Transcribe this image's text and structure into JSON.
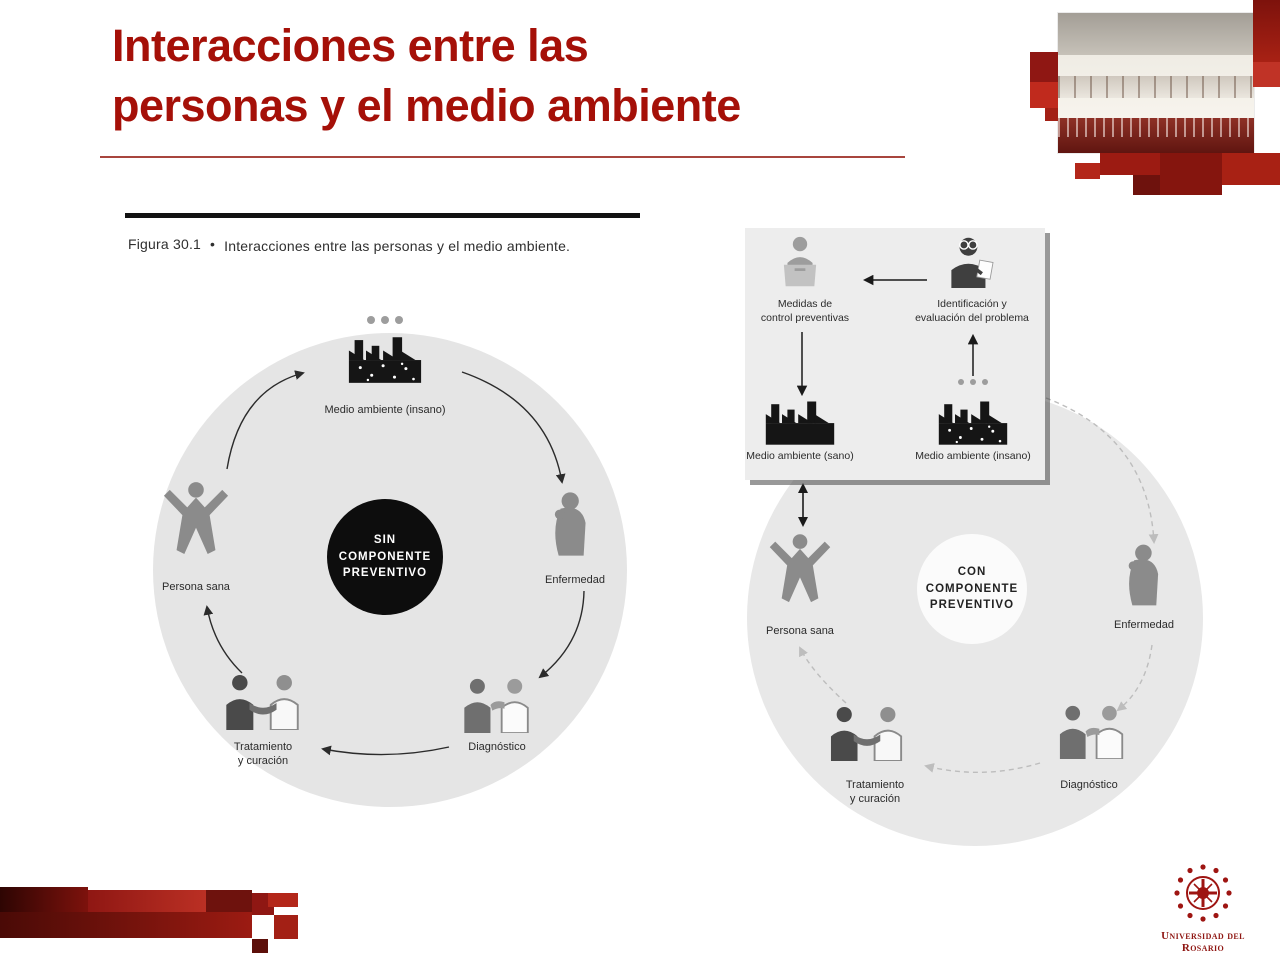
{
  "title": {
    "line1": "Interacciones entre las",
    "line2": "personas y el medio ambiente"
  },
  "left_figure": {
    "caption_label": "Figura 30.1",
    "caption_bullet": "•",
    "caption_text": "Interacciones entre las personas y el medio ambiente.",
    "center_circle": [
      "SIN",
      "COMPONENTE",
      "PREVENTIVO"
    ],
    "labels": {
      "medio_ambiente_insano": "Medio ambiente (insano)",
      "enfermedad": "Enfermedad",
      "diagnostico": "Diagnóstico",
      "tratamiento": [
        "Tratamiento",
        "y curación"
      ],
      "persona_sana": "Persona sana"
    }
  },
  "right_figure": {
    "panel": {
      "medidas": [
        "Medidas de",
        "control preventivas"
      ],
      "identificacion": [
        "Identificación y",
        "evaluación del problema"
      ],
      "medio_ambiente_sano": "Medio ambiente (sano)",
      "medio_ambiente_insano": "Medio ambiente (insano)"
    },
    "center_circle": [
      "CON",
      "COMPONENTE",
      "PREVENTIVO"
    ],
    "labels": {
      "persona_sana": "Persona sana",
      "enfermedad": "Enfermedad",
      "diagnostico": "Diagnóstico",
      "tratamiento": [
        "Tratamiento",
        "y curación"
      ]
    }
  },
  "branding": {
    "university_name": "Universidad del Rosario"
  },
  "icons": {
    "factory": "factory-silhouette",
    "smoke": "three-smoke-dots",
    "healthy_person": "star-jump-person",
    "sick_person": "coughing-person",
    "diagnosis": "doctor-examining-patient",
    "treatment": "people-shaking-hands",
    "preventive_measures": "speaker-at-podium",
    "problem_identification": "inspector-with-document",
    "university_emblem": "rosario-sun-cross-emblem"
  },
  "colors": {
    "title_red": "#a51008",
    "brand_red": "#8f1713",
    "cycle_circle_gray": "#e6e6e6",
    "icon_gray": "#8b8b8b",
    "black_disc": "#0d0d0d"
  }
}
